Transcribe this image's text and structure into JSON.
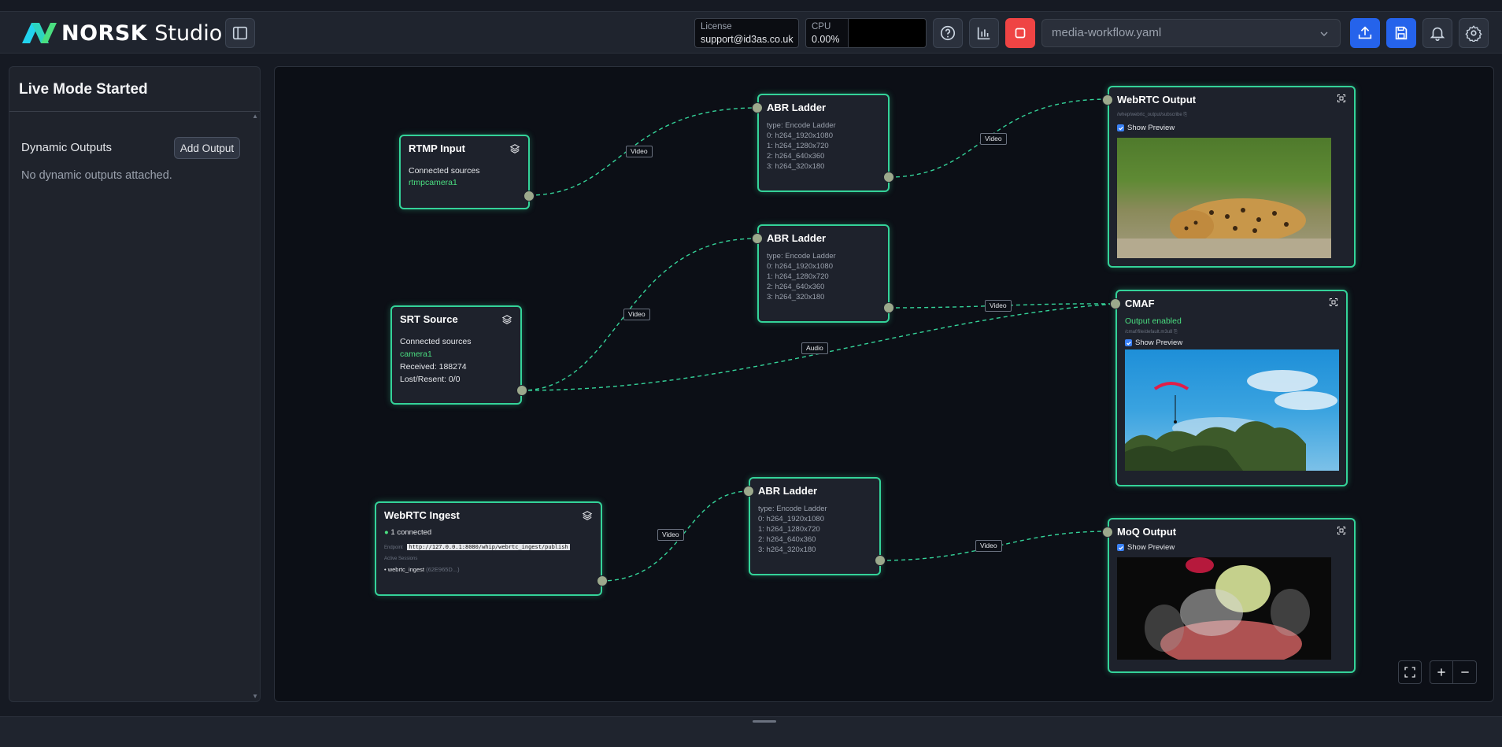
{
  "app": {
    "brand": "NORSK",
    "product": "Studio"
  },
  "header": {
    "license_label": "License",
    "license_value": "support@id3as.co.uk",
    "cpu_label": "CPU",
    "cpu_value": "0.00%",
    "workflow_file": "media-workflow.yaml"
  },
  "sidebar": {
    "title": "Live Mode Started",
    "section_title": "Dynamic Outputs",
    "add_button": "Add Output",
    "empty_text": "No dynamic outputs attached."
  },
  "nodes": {
    "rtmp": {
      "title": "RTMP Input",
      "line1": "Connected sources",
      "source": "rtmpcamera1"
    },
    "srt": {
      "title": "SRT Source",
      "line1": "Connected sources",
      "source": "camera1",
      "received": "Received: 188274",
      "lost": "Lost/Resent: 0/0"
    },
    "webrtc_ingest": {
      "title": "WebRTC Ingest",
      "connected": "1 connected",
      "endpoint_label": "Endpoint",
      "endpoint_url": "http://127.0.0.1:8080/whip/webrtc_ingest/publish",
      "sessions_label": "Active Sessions",
      "session": "• webrtc_ingest",
      "session_id": "(62E965D...)"
    },
    "abr1": {
      "title": "ABR Ladder",
      "type": "type: Encode Ladder",
      "r0": "0: h264_1920x1080",
      "r1": "1: h264_1280x720",
      "r2": "2: h264_640x360",
      "r3": "3: h264_320x180"
    },
    "abr2": {
      "title": "ABR Ladder",
      "type": "type: Encode Ladder",
      "r0": "0: h264_1920x1080",
      "r1": "1: h264_1280x720",
      "r2": "2: h264_640x360",
      "r3": "3: h264_320x180"
    },
    "abr3": {
      "title": "ABR Ladder",
      "type": "type: Encode Ladder",
      "r0": "0: h264_1920x1080",
      "r1": "1: h264_1280x720",
      "r2": "2: h264_640x360",
      "r3": "3: h264_320x180"
    },
    "webrtc_out": {
      "title": "WebRTC Output",
      "path": "/whep/webrtc_output/subscribe ⎘",
      "show_preview": "Show Preview"
    },
    "cmaf": {
      "title": "CMAF",
      "status": "Output enabled",
      "path": "/cmaf/file/default.m3u8 ⎘",
      "show_preview": "Show Preview"
    },
    "moq": {
      "title": "MoQ Output",
      "show_preview": "Show Preview"
    }
  },
  "edges": {
    "e1": "Video",
    "e2": "Video",
    "e3": "Video",
    "e4": "Video",
    "e5": "Audio",
    "e6": "Video",
    "e7": "Video"
  },
  "colors": {
    "accent": "#34d399",
    "primary": "#2563eb",
    "danger": "#ef4444",
    "canvas": "#0c0f16"
  }
}
